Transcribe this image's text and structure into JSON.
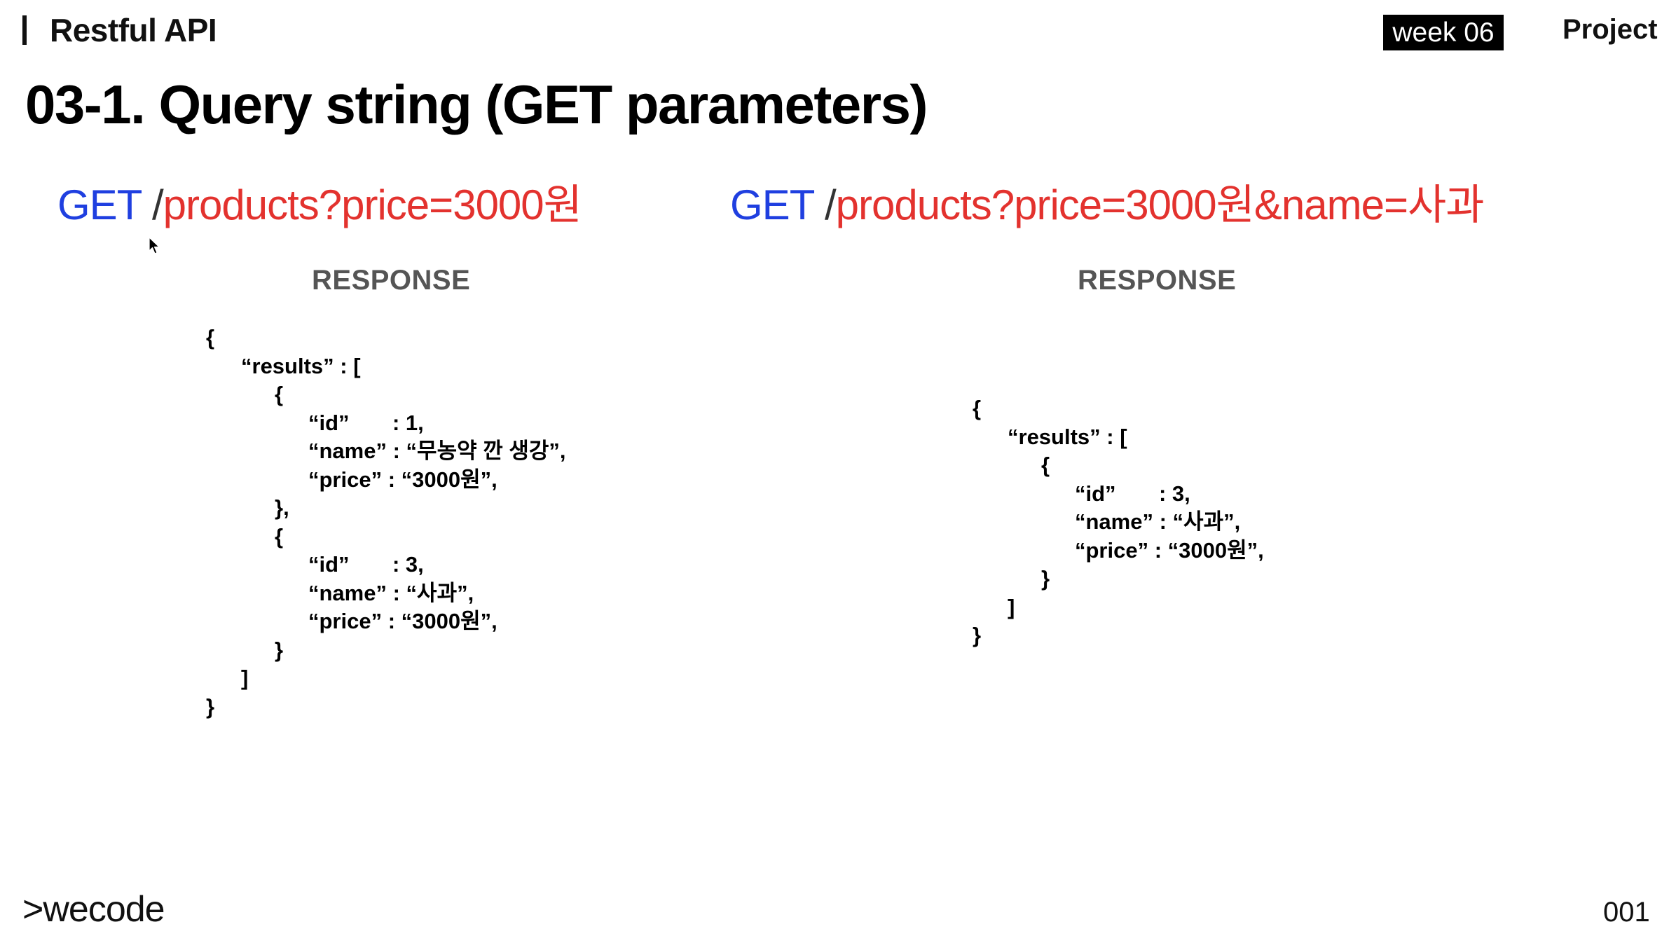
{
  "header": {
    "title": "Restful API",
    "week": "week 06",
    "section": "Project"
  },
  "slide": {
    "title": "03-1. Query string (GET parameters)"
  },
  "left": {
    "method": "GET",
    "slash": "/",
    "path": "products?price=3000원",
    "response_heading": "RESPONSE",
    "json": {
      "open": "{",
      "results_key": "“results” : [",
      "items": [
        {
          "open": "{",
          "id_key": "“id”",
          "id_val": ": 1,",
          "name_key": "“name”",
          "name_val": ": “무농약 깐 생강”,",
          "price_key": "“price”",
          "price_val": ": “3000원”,",
          "close": "},"
        },
        {
          "open": "{",
          "id_key": "“id”",
          "id_val": ": 3,",
          "name_key": "“name”",
          "name_val": ": “사과”,",
          "price_key": "“price”",
          "price_val": ": “3000원”,",
          "close": "}"
        }
      ],
      "results_close": "]",
      "close": "}"
    }
  },
  "right": {
    "method": "GET",
    "slash": "/",
    "path": "products?price=3000원&name=사과",
    "response_heading": "RESPONSE",
    "json": {
      "open": "{",
      "results_key": "“results” : [",
      "items": [
        {
          "open": "{",
          "id_key": "“id”",
          "id_val": ": 3,",
          "name_key": "“name”",
          "name_val": ": “사과”,",
          "price_key": "“price”",
          "price_val": ": “3000원”,",
          "close": "}"
        }
      ],
      "results_close": "]",
      "close": "}"
    }
  },
  "footer": {
    "logo": ">wecode",
    "page": "001"
  },
  "colors": {
    "method": "#1f3fe0",
    "path": "#e3322e",
    "badge_bg": "#000000",
    "heading": "#555555"
  },
  "icons": {
    "cursor": "mouse-pointer-icon"
  }
}
